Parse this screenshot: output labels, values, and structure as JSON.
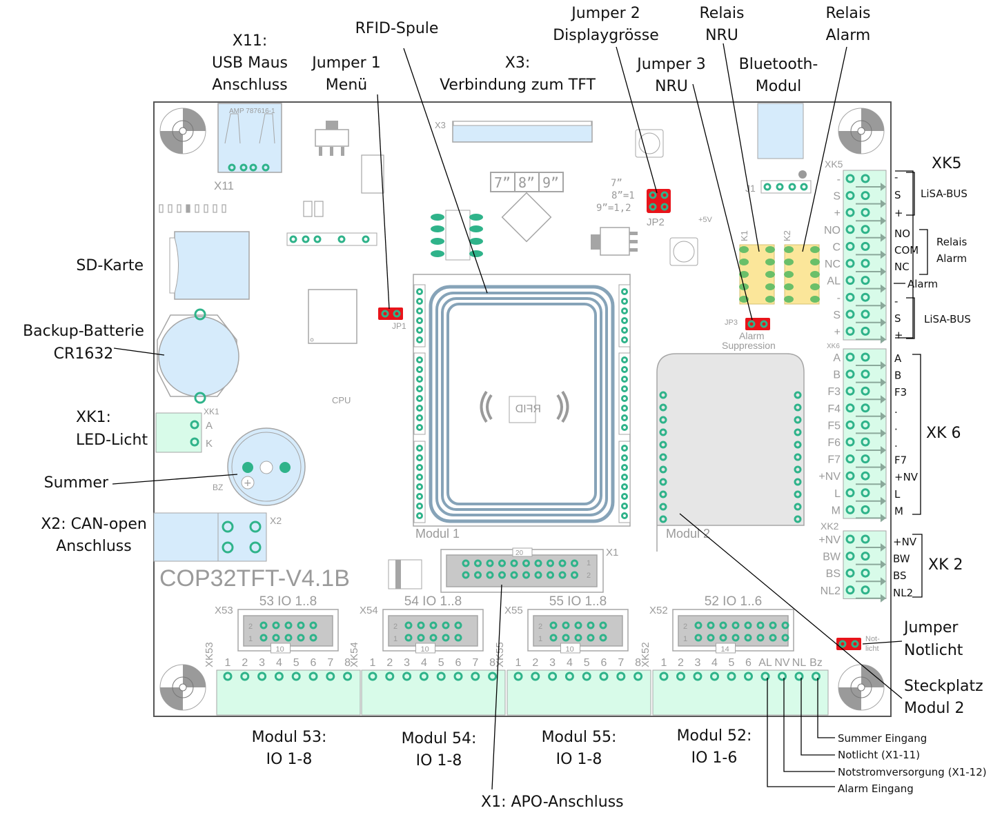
{
  "board": {
    "name": "COP32TFT-V4.1B",
    "colors": {
      "pad": "#2fb38a",
      "terminal_fill": "#d8fbe9",
      "connector_blue": "#d6ebfb",
      "relay_yellow": "#fbe69a",
      "jumper_red": "#e8141a",
      "silkscreen": "#9a9a9a",
      "rfid_coil": "#86a3b8",
      "module2_fill": "#e6e6e6"
    },
    "silkscreen": {
      "x11": "X11",
      "usb_part": "AMP 787616-1",
      "x3": "X3",
      "display_sizes": [
        "7”",
        "8”",
        "9”"
      ],
      "jp2_legend": [
        "7”",
        "8”=1",
        "9”=1,2"
      ],
      "jp2": "JP2",
      "jp1": "JP1",
      "jp3": "JP3",
      "jp3_legend": [
        "Alarm",
        "Suppression"
      ],
      "plus5v": "+5V",
      "k1": "K1",
      "k2": "K2",
      "j1": "J1",
      "xk5": "XK5",
      "xk6": "XK6",
      "xk2": "XK2",
      "xk1": "XK1",
      "xk1_pins": [
        "A",
        "K"
      ],
      "bz": "BZ",
      "x2": "X2",
      "cpu": "CPU",
      "x1": "X1",
      "x1_pins": [
        "20",
        "1",
        "2"
      ],
      "modul1": "Modul 1",
      "modul2": "Modul 2",
      "rfid": "RFID",
      "notlicht": [
        "Not-",
        "licht"
      ],
      "xk5_pins": [
        "-",
        "S",
        "+",
        "NO",
        "C",
        "NC",
        "AL",
        "-",
        "S",
        "+"
      ],
      "xk6_pins": [
        "A",
        "B",
        "F3",
        "F4",
        "F5",
        "F6",
        "F7",
        "+NV",
        "L",
        "M"
      ],
      "xk2_pins": [
        "+NV",
        "BW",
        "BS",
        "NL2"
      ],
      "headers": [
        {
          "ref": "X53",
          "title": "53 IO 1..8",
          "count": "10",
          "row_labels": [
            "2",
            "1"
          ]
        },
        {
          "ref": "X54",
          "title": "54 IO 1..8",
          "count": "10",
          "row_labels": [
            "2",
            "1"
          ]
        },
        {
          "ref": "X55",
          "title": "55 IO 1..8",
          "count": "10",
          "row_labels": [
            "2",
            "1"
          ]
        },
        {
          "ref": "X52",
          "title": "52 IO 1..6",
          "count": "14",
          "row_labels": [
            "2",
            "1"
          ]
        }
      ],
      "terminals": [
        {
          "ref": "XK53",
          "pins": [
            "1",
            "2",
            "3",
            "4",
            "5",
            "6",
            "7",
            "8"
          ]
        },
        {
          "ref": "XK54",
          "pins": [
            "1",
            "2",
            "3",
            "4",
            "5",
            "6",
            "7",
            "8"
          ]
        },
        {
          "ref": "XK55",
          "pins": [
            "1",
            "2",
            "3",
            "4",
            "5",
            "6",
            "7",
            "8"
          ]
        },
        {
          "ref": "XK52",
          "pins": [
            "1",
            "2",
            "3",
            "4",
            "5",
            "6",
            "AL",
            "NV",
            "NL",
            "Bz"
          ]
        }
      ]
    }
  },
  "callouts": {
    "x11": [
      "X11:",
      "USB Maus",
      "Anschluss"
    ],
    "jumper1": [
      "Jumper 1",
      "Menü"
    ],
    "rfid": [
      "RFID-Spule"
    ],
    "x3": [
      "X3:",
      "Verbindung zum TFT"
    ],
    "jumper2": [
      "Jumper 2",
      "Displaygrösse"
    ],
    "jumper3": [
      "Jumper 3",
      "NRU"
    ],
    "relais_nru": [
      "Relais",
      "NRU"
    ],
    "bluetooth": [
      "Bluetooth-",
      "Modul"
    ],
    "relais_alarm": [
      "Relais",
      "Alarm"
    ],
    "sd": [
      "SD-Karte"
    ],
    "battery": [
      "Backup-Batterie",
      "CR1632"
    ],
    "xk1": [
      "XK1:",
      "LED-Licht"
    ],
    "summer": [
      "Summer"
    ],
    "x2": [
      "X2: CAN-open",
      "Anschluss"
    ],
    "xk5": "XK5",
    "xk5_groups": [
      {
        "pins": [
          "-",
          "S",
          "+"
        ],
        "label": "LiSA-BUS"
      },
      {
        "pins": [
          "NO",
          "COM",
          "NC"
        ],
        "label": [
          "Relais",
          "Alarm"
        ]
      },
      {
        "pins": [],
        "label": "Alarm"
      },
      {
        "pins": [
          "-",
          "S",
          "+"
        ],
        "label": "LiSA-BUS"
      }
    ],
    "xk6": "XK 6",
    "xk6_pins": [
      "A",
      "B",
      "F3",
      ".",
      ".",
      ".",
      "F7",
      "+NV",
      "L",
      "M"
    ],
    "xk2": "XK 2",
    "xk2_pins": [
      "+NV",
      "BW",
      "BS",
      "NL2"
    ],
    "jumper_notlicht": [
      "Jumper",
      "Notlicht"
    ],
    "steckplatz": [
      "Steckplatz",
      "Modul 2"
    ],
    "modules": [
      [
        "Modul 53:",
        "IO 1-8"
      ],
      [
        "Modul 54:",
        "IO 1-8"
      ],
      [
        "Modul 55:",
        "IO 1-8"
      ],
      [
        "Modul 52:",
        "IO 1-6"
      ]
    ],
    "x1": [
      "X1: APO-Anschluss"
    ],
    "xk52_legend": [
      "Summer Eingang",
      "Notlicht (X1-11)",
      "Notstromversorgung (X1-12)",
      "Alarm Eingang"
    ]
  }
}
